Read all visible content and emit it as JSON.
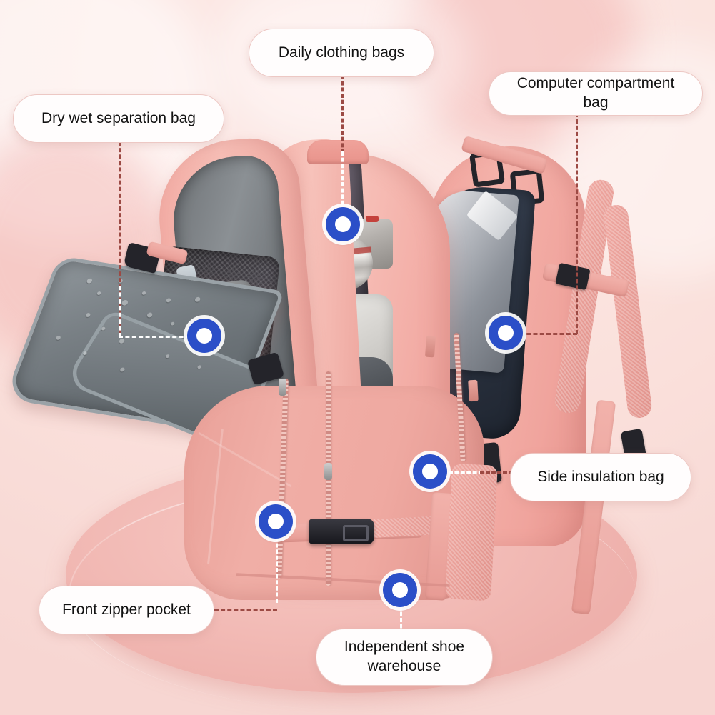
{
  "image": {
    "subject": "Pink travel backpack cutaway infographic",
    "background_color": "#f8dcd8",
    "accent_color": "#2b4fc8",
    "leader_line_color": "#9c4a44",
    "callout_bg": "#fffdfd",
    "callout_border": "#edc8c4"
  },
  "callouts": [
    {
      "id": "dry-wet-separation-bag",
      "label": "Dry wet separation bag"
    },
    {
      "id": "daily-clothing-bags",
      "label": "Daily clothing bags"
    },
    {
      "id": "computer-compartment-bag",
      "label": "Computer compartment bag"
    },
    {
      "id": "side-insulation-bag",
      "label": "Side insulation bag"
    },
    {
      "id": "front-zipper-pocket",
      "label": "Front zipper pocket"
    },
    {
      "id": "independent-shoe-warehouse",
      "label": "Independent shoe\nwarehouse"
    }
  ],
  "markers": [
    {
      "id": "marker-dry-wet",
      "for": "dry-wet-separation-bag"
    },
    {
      "id": "marker-clothing",
      "for": "daily-clothing-bags"
    },
    {
      "id": "marker-computer",
      "for": "computer-compartment-bag"
    },
    {
      "id": "marker-insulation",
      "for": "side-insulation-bag"
    },
    {
      "id": "marker-front-zip",
      "for": "front-zipper-pocket"
    },
    {
      "id": "marker-shoe",
      "for": "independent-shoe-warehouse"
    }
  ]
}
